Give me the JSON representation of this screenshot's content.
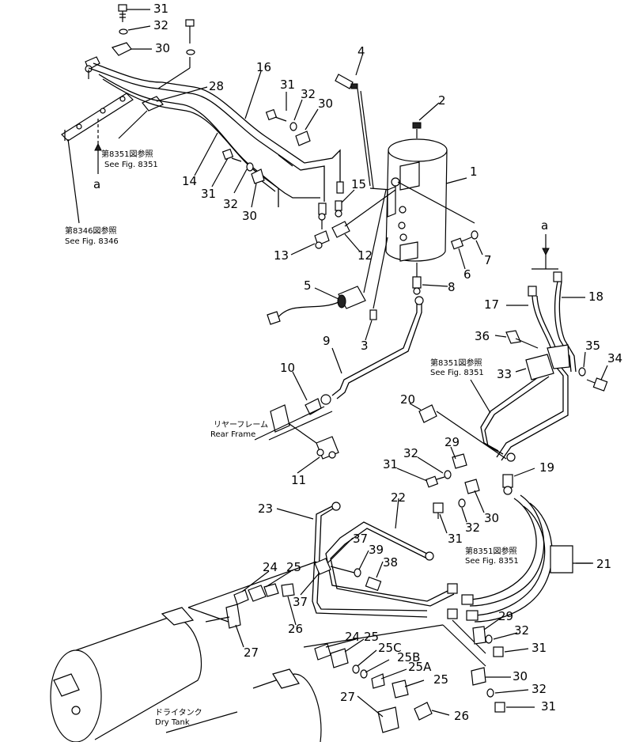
{
  "part_numbers": [
    "1",
    "2",
    "3",
    "4",
    "5",
    "6",
    "7",
    "8",
    "9",
    "10",
    "11",
    "12",
    "13",
    "14",
    "15",
    "16",
    "17",
    "18",
    "19",
    "20",
    "21",
    "22",
    "23",
    "24",
    "25",
    "26",
    "27",
    "28",
    "29",
    "30",
    "31",
    "32",
    "33",
    "34",
    "35",
    "36",
    "37",
    "38",
    "39",
    "25A",
    "25B",
    "25C"
  ],
  "callouts": {
    "p31_top": "31",
    "p32_top": "32",
    "p30_top": "30",
    "p28": "28",
    "p16": "16",
    "p4": "4",
    "p2": "2",
    "p31_mid": "31",
    "p32_mid": "32",
    "p30_mid": "30",
    "p14": "14",
    "p31_left": "31",
    "p32_left": "32",
    "p30_left": "30",
    "p15": "15",
    "p1": "1",
    "p12": "12",
    "p13": "13",
    "p6": "6",
    "p7": "7",
    "p8": "8",
    "p5": "5",
    "p3": "3",
    "p9": "9",
    "p10": "10",
    "p11": "11",
    "pa_left": "a",
    "pa_right": "a",
    "p17": "17",
    "p18": "18",
    "p36": "36",
    "p35": "35",
    "p34": "34",
    "p33": "33",
    "p20": "20",
    "p29_a": "29",
    "p32_a": "32",
    "p31_a": "31",
    "p19": "19",
    "p30_a": "30",
    "p32_b": "32",
    "p31_b": "31",
    "p21": "21",
    "p22": "22",
    "p23": "23",
    "p37_a": "37",
    "p39": "39",
    "p38": "38",
    "p37_b": "37",
    "p24_a": "24",
    "p25_a": "25",
    "p26_a": "26",
    "p27_a": "27",
    "p29_b": "29",
    "p32_c": "32",
    "p31_c": "31",
    "p24_b": "24",
    "p25_b": "25",
    "p25C": "25C",
    "p25B": "25B",
    "p25A": "25A",
    "p25_c": "25",
    "p30_b": "30",
    "p32_d": "32",
    "p31_d": "31",
    "p27_b": "27",
    "p26_b": "26"
  },
  "references": {
    "ref_8351_top_jp": "第8351図参照",
    "ref_8351_top_en": "See Fig. 8351",
    "ref_8346_jp": "第8346図参照",
    "ref_8346_en": "See Fig. 8346",
    "ref_8351_mid_jp": "第8351図参照",
    "ref_8351_mid_en": "See Fig. 8351",
    "ref_8351_low_jp": "第8351図参照",
    "ref_8351_low_en": "See Fig. 8351"
  },
  "labels": {
    "rear_frame_jp": "リヤーフレーム",
    "rear_frame_en": "Rear Frame",
    "dry_tank_jp": "ドライタンク",
    "dry_tank_en": "Dry Tank"
  }
}
